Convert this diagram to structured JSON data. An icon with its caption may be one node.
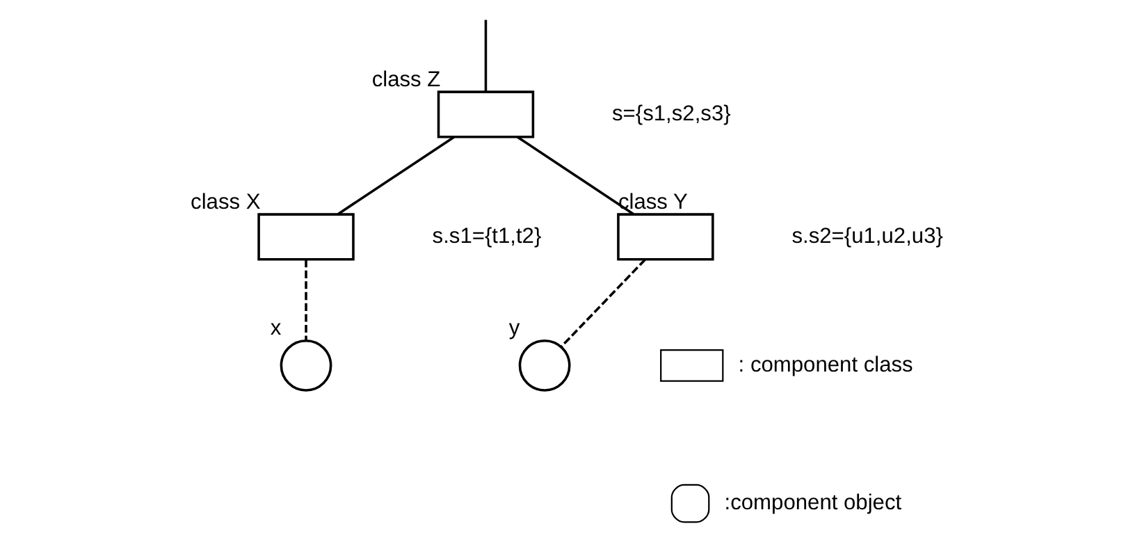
{
  "diagram": {
    "nodes": [
      {
        "text": [
          "class Z"
        ],
        "beside": [
          "s={s1,s2,s3}"
        ]
      },
      {
        "text": [
          "class X"
        ],
        "beside": [
          "s.s1={t1,t2}"
        ]
      },
      {
        "text": [
          "class Y"
        ],
        "beside": [
          "s.s2={u1,u2,u3}"
        ]
      },
      {
        "text": [
          "x"
        ]
      },
      {
        "text": [
          "y"
        ]
      }
    ],
    "edges": [
      {
        "from": 0,
        "to": null,
        "arrow": "none"
      },
      {
        "from": 0,
        "to": 1,
        "arrow": "none"
      },
      {
        "from": 0,
        "to": 2,
        "arrow": "none"
      },
      {
        "from": 1,
        "to": 3,
        "arrow": "none",
        "style": "dashed"
      },
      {
        "from": 2,
        "to": 4,
        "arrow": "none",
        "style": "dashed"
      }
    ],
    "legend": [
      {
        "text": ": component class"
      },
      {
        "text": ":component object"
      }
    ]
  }
}
